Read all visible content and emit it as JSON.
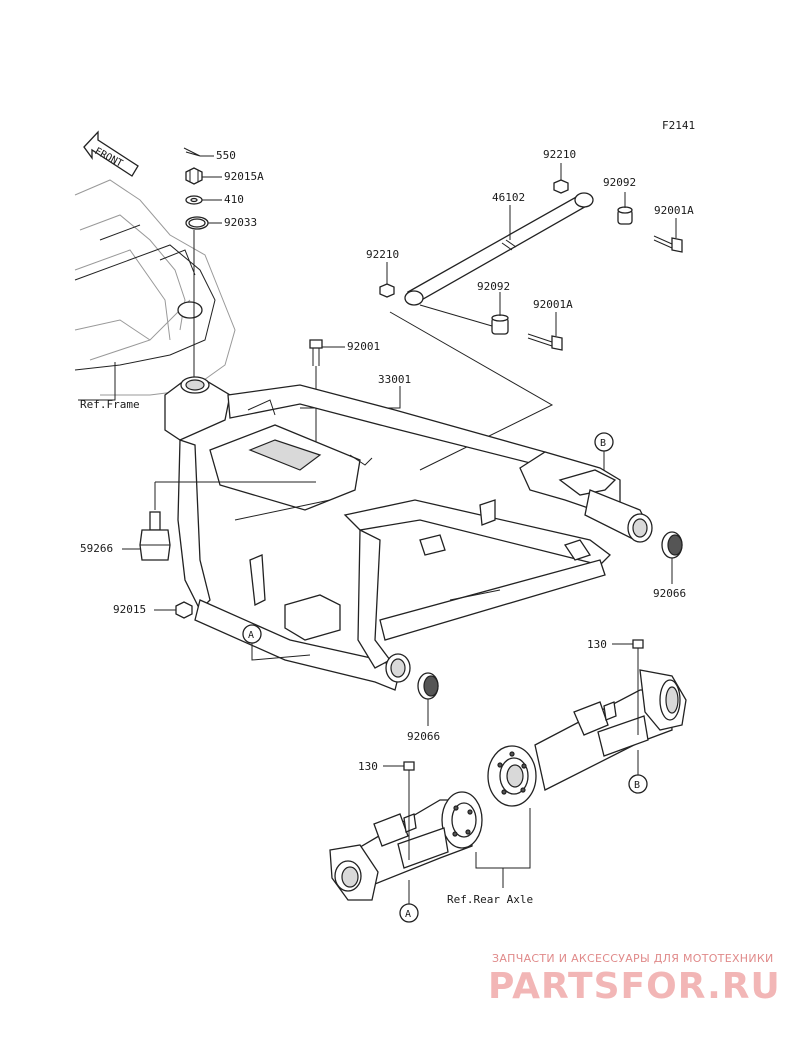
{
  "figure_code": "F2141",
  "front_arrow": "FRONT",
  "callouts": {
    "p550": "550",
    "p92015A": "92015A",
    "p410": "410",
    "p92033": "92033",
    "p92210_top": "92210",
    "p92092_top": "92092",
    "p46102": "46102",
    "p92001A_top": "92001A",
    "p92210_left": "92210",
    "p92092_mid": "92092",
    "p92001A_mid": "92001A",
    "p92001": "92001",
    "p33001": "33001",
    "p59266": "59266",
    "p92015": "92015",
    "p92066_right": "92066",
    "p92066_bottom": "92066",
    "p130_right": "130",
    "p130_left": "130"
  },
  "refs": {
    "frame": "Ref.Frame",
    "rear_axle": "Ref.Rear Axle"
  },
  "markers": {
    "a": "A",
    "b": "B"
  },
  "watermark": {
    "line1": "ЗАПЧАСТИ И АКСЕССУАРЫ ДЛЯ МОТОТЕХНИКИ",
    "line2": "PARTSFOR.RU"
  },
  "colors": {
    "line": "#222222",
    "watermark": "#e08a8a"
  }
}
